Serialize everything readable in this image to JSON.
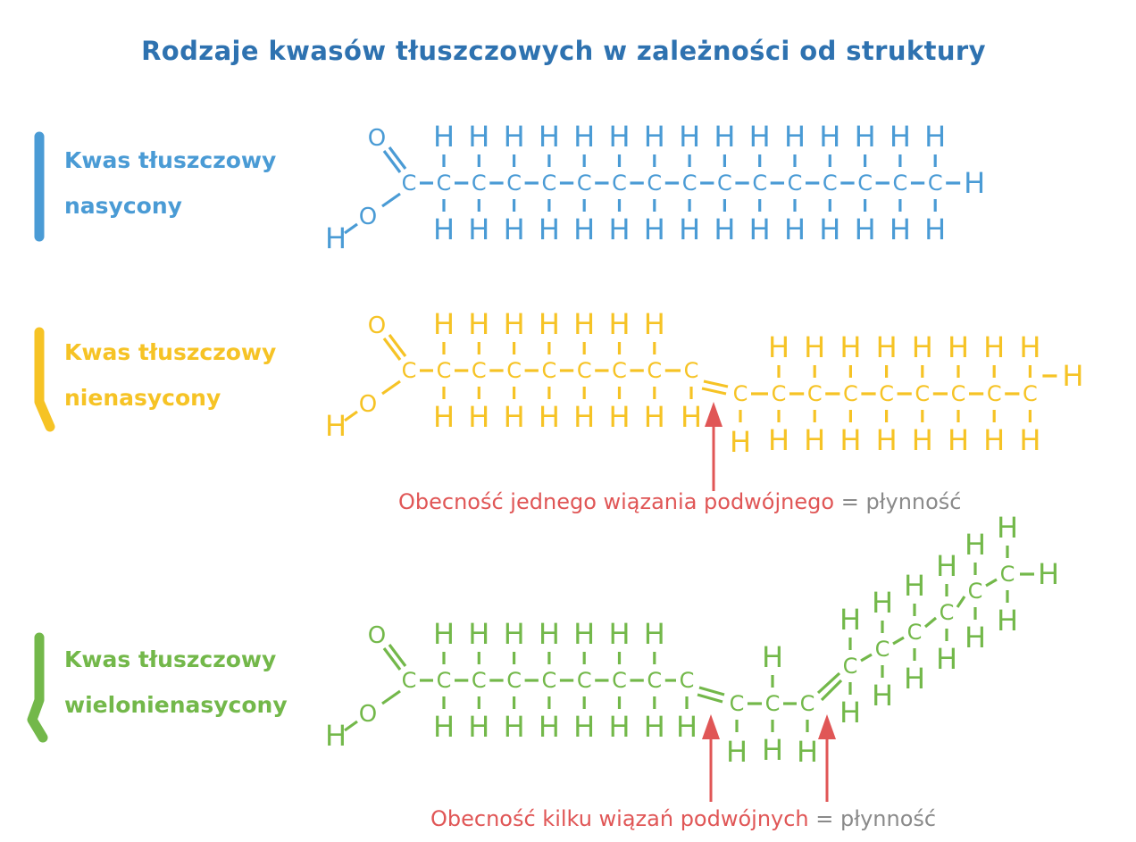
{
  "title": "Rodzaje kwasów tłuszczowych w zależności od struktury",
  "colors": {
    "title": "#2e72b0",
    "saturated": "#4a9bd5",
    "unsaturated": "#f6c325",
    "polyunsaturated": "#73b84a",
    "arrow": "#e05656",
    "fluidity": "#8a8a8a"
  },
  "sections": [
    {
      "id": "saturated",
      "label_line1": "Kwas tłuszczowy",
      "label_line2": "nasycony",
      "carbons": 16,
      "double_bonds": 0
    },
    {
      "id": "unsaturated",
      "label_line1": "Kwas tłuszczowy",
      "label_line2": "nienasycony",
      "carbons": 18,
      "double_bonds": 1,
      "caption_red": "Obecność jednego wiązania podwójnego",
      "caption_eq": " = ",
      "caption_gray": "płynność"
    },
    {
      "id": "polyunsaturated",
      "label_line1": "Kwas tłuszczowy",
      "label_line2": "wielonienasycony",
      "carbons": 18,
      "double_bonds": 2,
      "caption_red": "Obecność kilku wiązań podwójnych",
      "caption_eq": " = ",
      "caption_gray": "płynność"
    }
  ],
  "atoms": {
    "carbon": "C",
    "hydrogen": "H",
    "oxygen": "O"
  }
}
